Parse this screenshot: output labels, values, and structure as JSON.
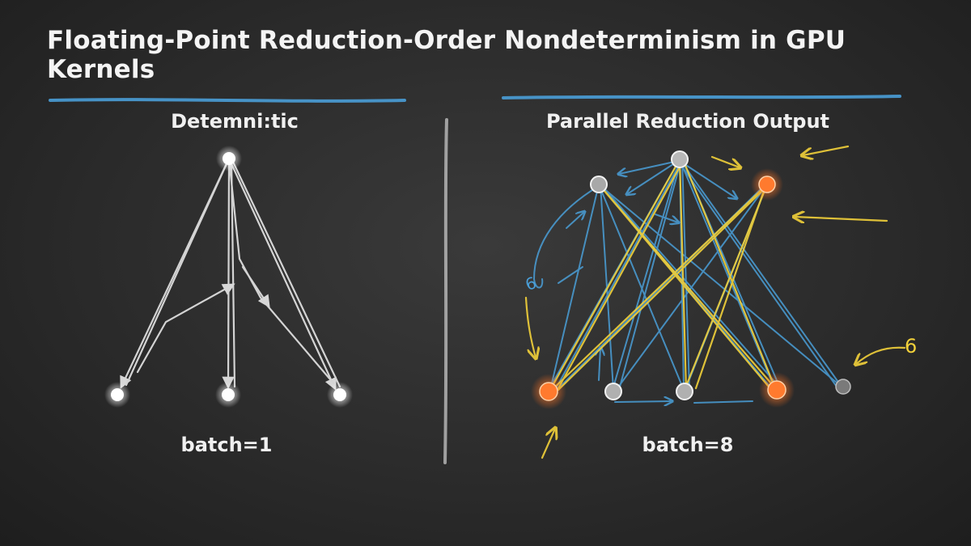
{
  "title": "Floating-Point Reduction-Order Nondeterminism in GPU Kernels",
  "left_panel": {
    "heading": "Detemni:tic",
    "caption": "batch=1"
  },
  "right_panel": {
    "heading": "Parallel Reduction Output",
    "caption": "batch=8",
    "annotations": [
      "6",
      "6"
    ]
  },
  "colors": {
    "chalk_white": "#e8e8e8",
    "chalk_blue": "#4a9fd8",
    "chalk_yellow": "#f2d13a",
    "node_orange": "#ff7a2e",
    "node_gray": "#a8a8a8",
    "board": "#2b2b2b"
  }
}
